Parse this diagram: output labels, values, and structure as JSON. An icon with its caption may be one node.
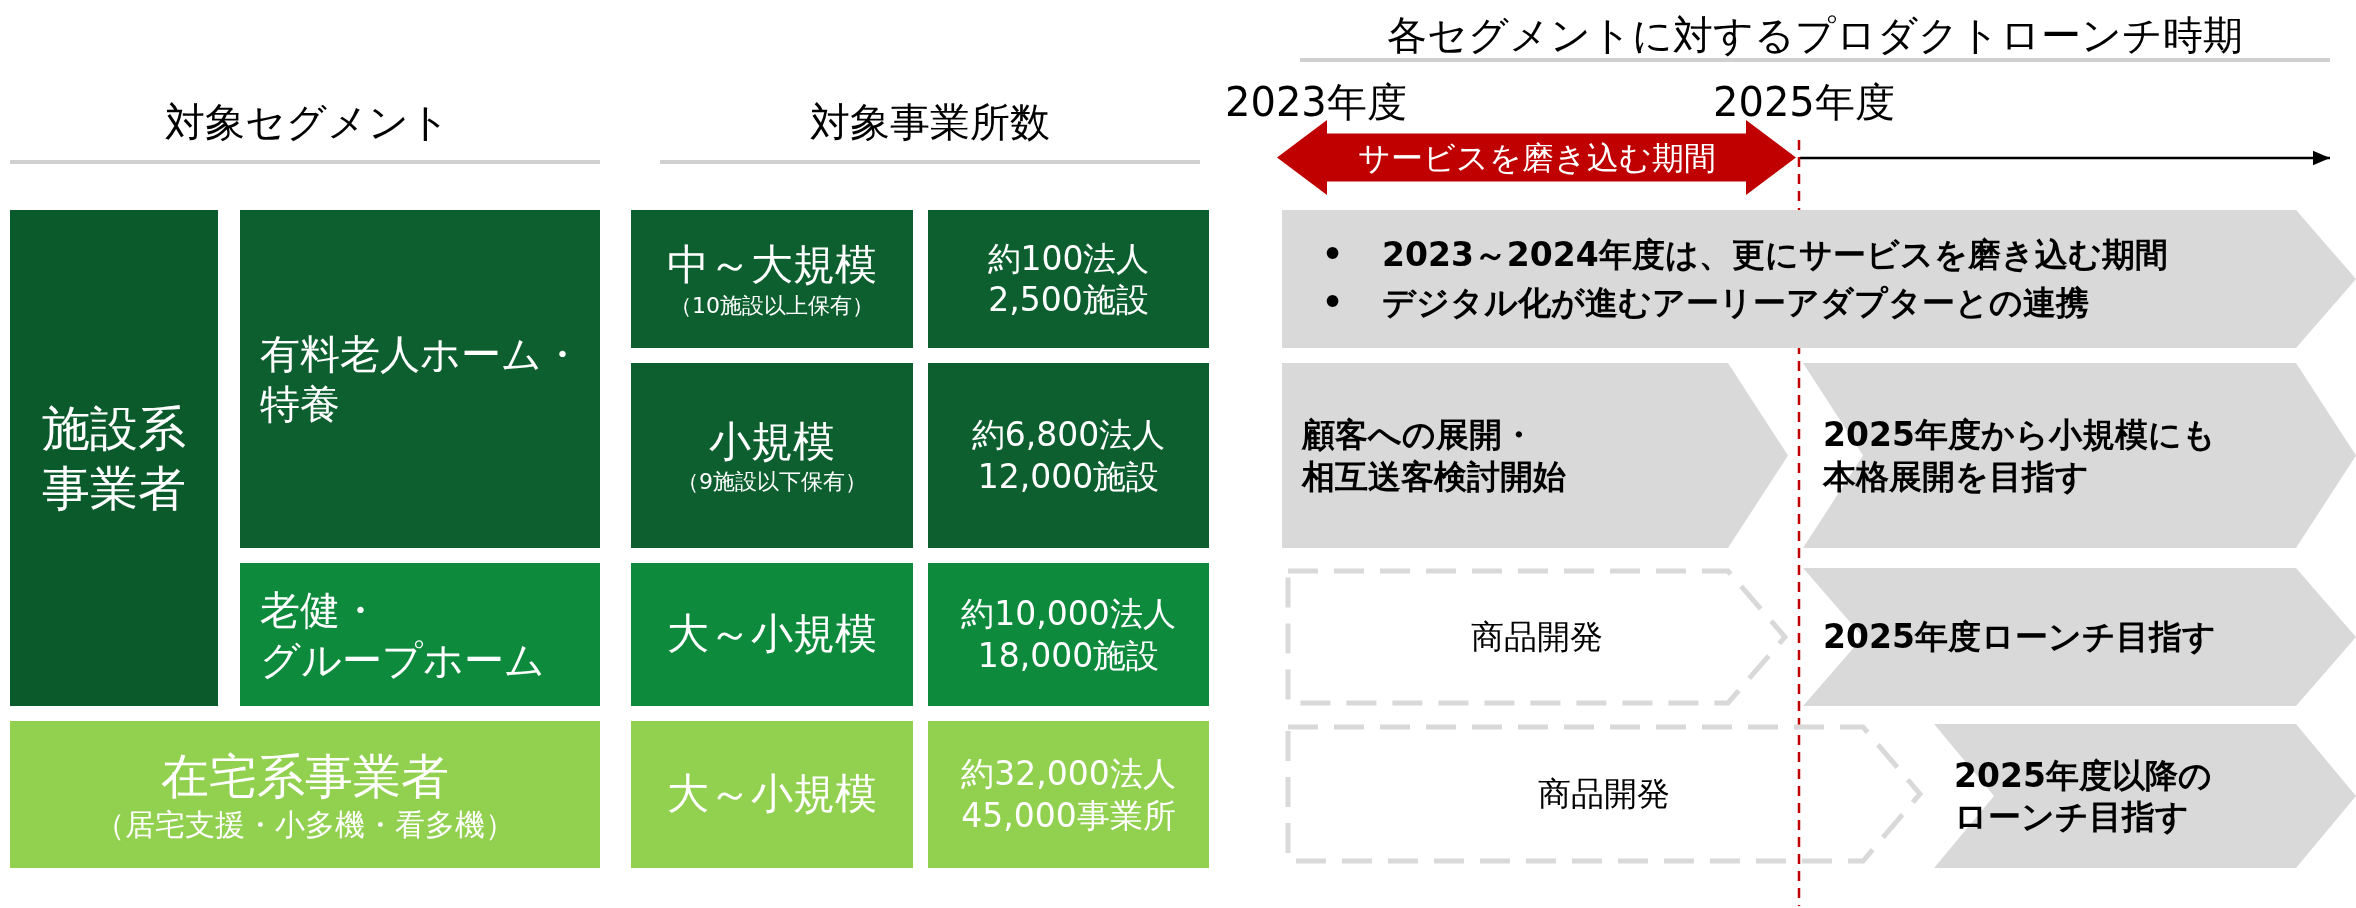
{
  "diagram": {
    "nodes": [
      {
        "text": [
          "施設系事業者"
        ]
      },
      {
        "text": [
          "有料老人ホーム・特養"
        ]
      },
      {
        "text": [
          "中～大規模",
          "（10施設以上保有）"
        ]
      },
      {
        "text": [
          "約100法人2,500施設"
        ]
      },
      {
        "text": [
          "小規模",
          "（9施設以下保有）"
        ]
      },
      {
        "text": [
          "約6,800法人12,000施設"
        ]
      },
      {
        "text": [
          "老健・グループホーム"
        ]
      },
      {
        "text": [
          "大～小規模"
        ]
      },
      {
        "text": [
          "約10,000法人18,000施設"
        ]
      },
      {
        "text": [
          "在宅系事業者",
          "（居宅支援・小多機・看多機）"
        ]
      },
      {
        "text": [
          "大～小規模"
        ]
      },
      {
        "text": [
          "約32,000法人45,000事業所"
        ]
      },
      {
        "text": [
          "サービスを磨き込む期間"
        ]
      },
      {
        "text": [
          "•",
          "2023～2024年度は、更にサービスを磨き込む期間",
          "•",
          "デジタル化が進むアーリーアダプターとの連携"
        ]
      },
      {
        "text": [
          "顧客への展開・相互送客検討開始"
        ]
      },
      {
        "text": [
          "2025年度から小規模にも本格展開を目指す"
        ]
      },
      {
        "text": [
          "商品開発"
        ]
      },
      {
        "text": [
          "2025年度ローンチ目指す"
        ]
      },
      {
        "text": [
          "商品開発"
        ]
      },
      {
        "text": [
          "2025年度以降のローンチ目指す"
        ]
      }
    ],
    "edges": [],
    "labels": [
      "各セグメントに対するプロダクトローンチ時期",
      "対象セグメント",
      "対象事業所数",
      "2023年度",
      "2025年度"
    ]
  }
}
